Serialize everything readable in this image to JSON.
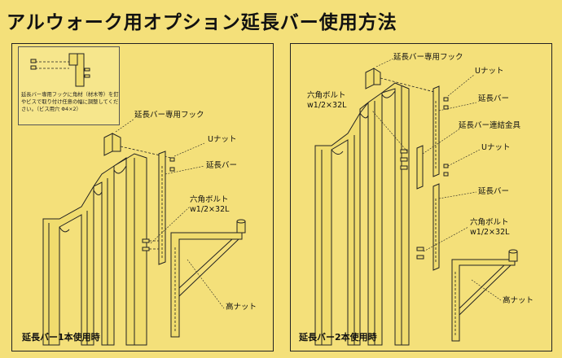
{
  "title": "アルウォーク用オプション延長バー使用方法",
  "left_panel": {
    "caption": "延長バー1本使用時",
    "note": "延長バー専用フックに角材（材木等）を釘やビスで取り付け任意の幅に調整してください。（ビス用穴 Φ4×2）",
    "labels": {
      "hook": "延長バー専用フック",
      "u_nut": "Uナット",
      "bar": "延長バー",
      "bolt_line1": "六角ボルト",
      "bolt_line2": "w1/2×32L",
      "high_nut": "高ナット"
    }
  },
  "right_panel": {
    "caption": "延長バー2本使用時",
    "labels": {
      "hook": "延長バー専用フック",
      "u_nut_top": "Uナット",
      "bar_top": "延長バー",
      "bolt_top_line1": "六角ボルト",
      "bolt_top_line2": "w1/2×32L",
      "connector": "延長バー連結金具",
      "u_nut_mid": "Uナット",
      "bar_bottom": "延長バー",
      "bolt_bottom_line1": "六角ボルト",
      "bolt_bottom_line2": "w1/2×32L",
      "high_nut": "高ナット"
    }
  }
}
